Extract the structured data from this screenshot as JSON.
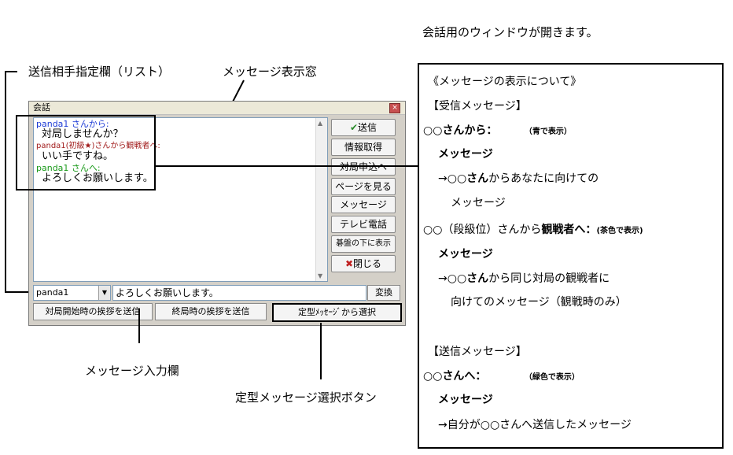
{
  "annotations": {
    "top_caption": "会話用のウィンドウが開きます。",
    "recipient_list_label": "送信相手指定欄（リスト）",
    "message_display_label": "メッセージ表示窓",
    "message_input_label": "メッセージ入力欄",
    "template_button_label": "定型メッセージ選択ボタン"
  },
  "window": {
    "title": "会話",
    "close_glyph": "×"
  },
  "messages": [
    {
      "header": "panda1 さんから:",
      "text": "対局しませんか？"
    },
    {
      "header": "panda1(初級★)さんから観戦者へ:",
      "text": "いい手ですね。"
    },
    {
      "header": "panda1 さんへ:",
      "text": "よろしくお願いします。"
    }
  ],
  "buttons": {
    "send": "送信",
    "info": "情報取得",
    "match_request": "対局申込へ",
    "view_page": "ページを見る",
    "message": "メッセージ",
    "tv_phone": "テレビ電話",
    "show_below_board": "碁盤の下に表示",
    "close": "閉じる",
    "convert": "変換",
    "start_greeting": "対局開始時の挨拶を送信",
    "end_greeting": "終局時の挨拶を送信",
    "template_select": "定型ﾒｯｾｰｼﾞから選択"
  },
  "recipient": {
    "value": "panda1"
  },
  "input": {
    "value": "よろしくお願いします。"
  },
  "legend": {
    "heading": "《メッセージの表示について》",
    "received_heading": "【受信メッセージ】",
    "recv1_prefix": "○○",
    "recv1_bold": "さんから：",
    "recv1_color_note": "（青で表示）",
    "message_word": "メッセージ",
    "recv1_desc_a": "→○○",
    "recv1_desc_bold": "さん",
    "recv1_desc_b": "からあなたに向けての",
    "recv1_desc_c": "メッセージ",
    "recv2_prefix": "○○（段級位）さんから",
    "recv2_bold": "観戦者へ：",
    "recv2_color_note": "(茶色で表示)",
    "recv2_desc_a": "→○○",
    "recv2_desc_bold": "さん",
    "recv2_desc_b": "から同じ対局の観戦者に",
    "recv2_desc_c": "向けてのメッセージ（観戦時のみ）",
    "sent_heading": "【送信メッセージ】",
    "sent_prefix": "○○",
    "sent_bold": "さんへ：",
    "sent_color_note": "（緑色で表示）",
    "sent_desc": "→自分が○○さんへ送信したメッセージ"
  },
  "colors": {
    "received": "#1f3dd6",
    "spectator": "#a11c1c",
    "sent": "#1a9a1a"
  }
}
